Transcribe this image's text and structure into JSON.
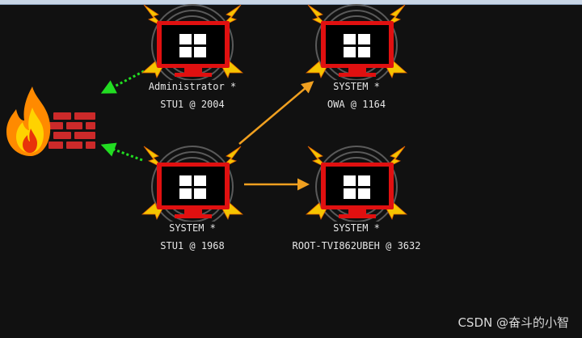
{
  "sessions": [
    {
      "id": "s1",
      "user": "Administrator *",
      "host": "STU1 @ 2004"
    },
    {
      "id": "s2",
      "user": "SYSTEM *",
      "host": "OWA @ 1164"
    },
    {
      "id": "s3",
      "user": "SYSTEM *",
      "host": "STU1 @ 1968"
    },
    {
      "id": "s4",
      "user": "SYSTEM *",
      "host": "ROOT-TVI862UBEH @ 3632"
    }
  ],
  "watermark": "CSDN @奋斗的小智",
  "colors": {
    "background": "#111111",
    "monitor_red": "#e01010",
    "lightning": "#f5c400",
    "pivot_arrow": "#f0a020",
    "beacon_arrow": "#22dd22"
  },
  "icons": [
    "firewall-icon",
    "fire-icon",
    "compromised-host-icon",
    "windows-logo-icon"
  ]
}
